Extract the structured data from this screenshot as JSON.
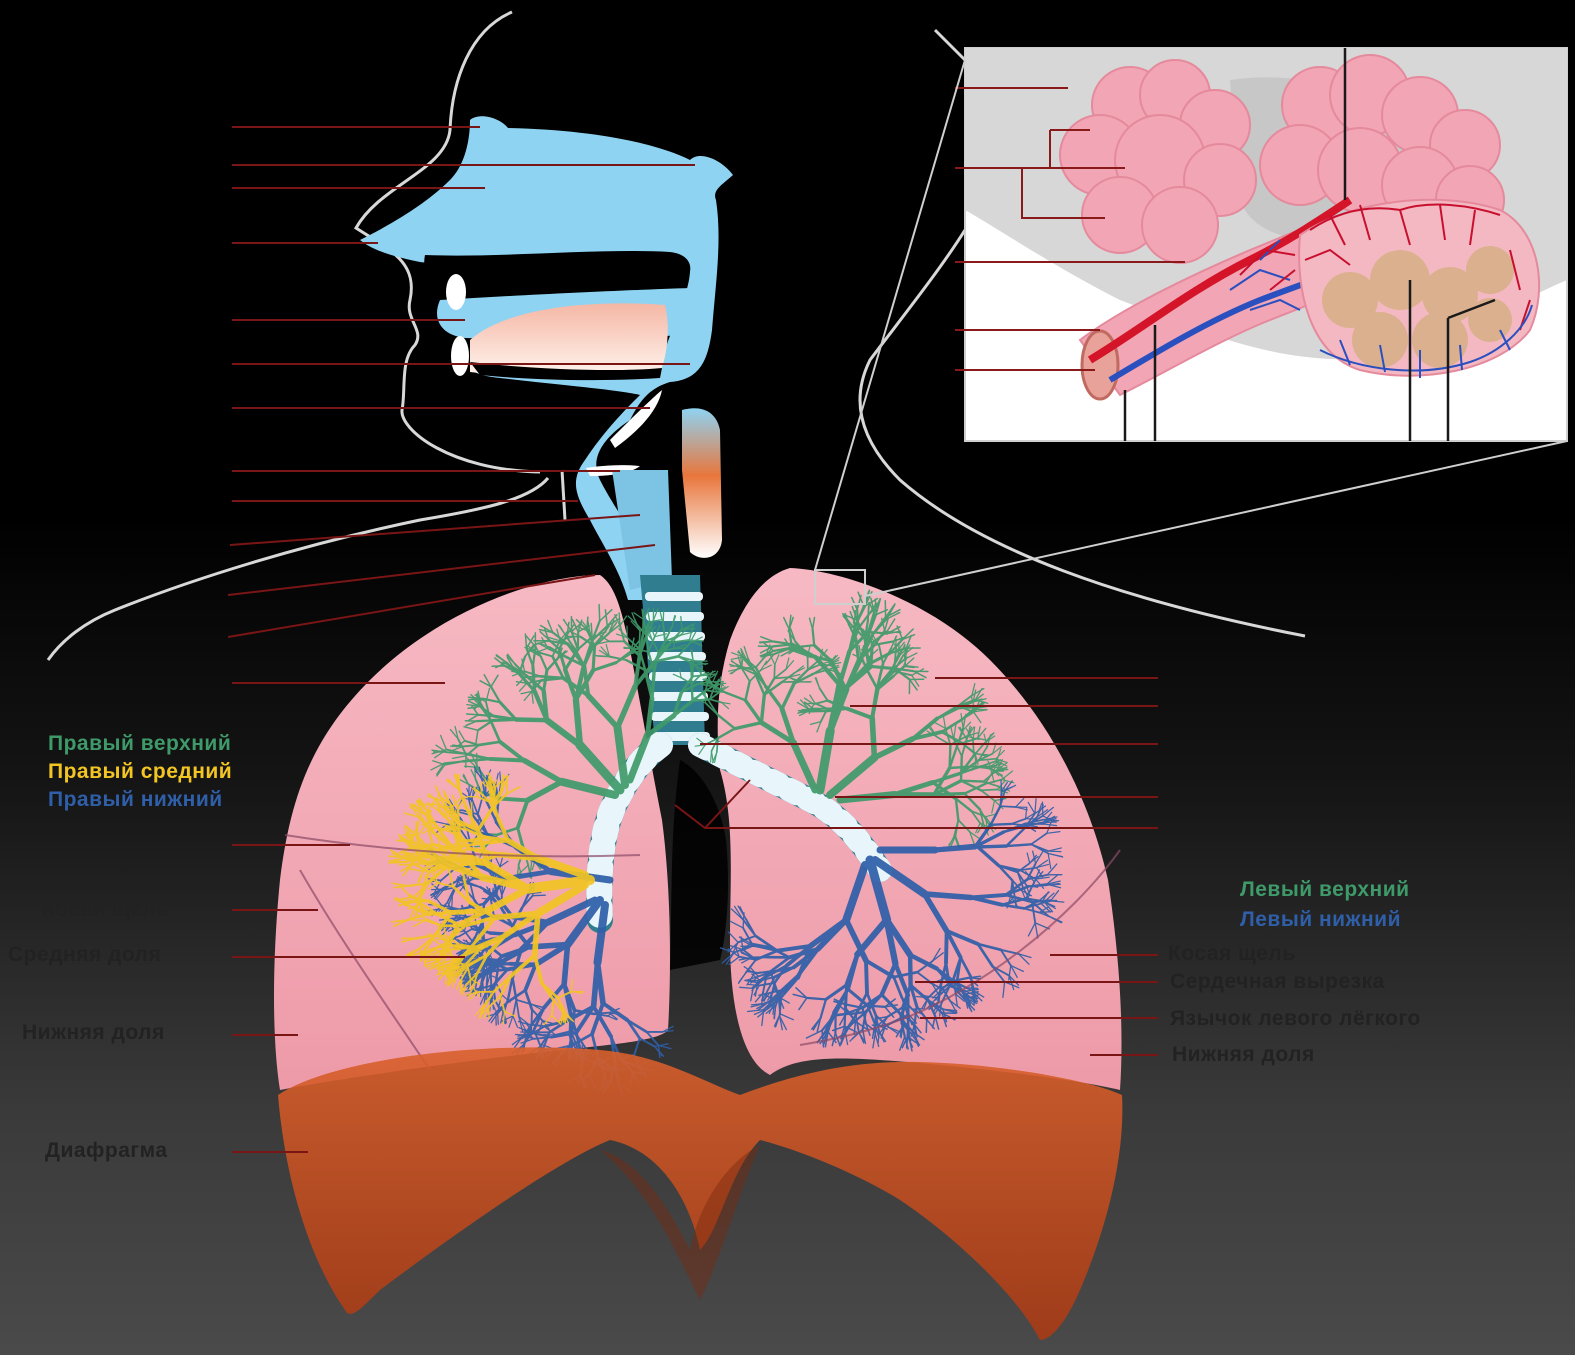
{
  "colors": {
    "background_top": "#000000",
    "background_bottom": "#4a4a4a",
    "airway": "#8fd3f2",
    "lung": "#f2a7b3",
    "right_upper_lobe": "#3f9a6a",
    "right_middle_lobe": "#f3c523",
    "right_lower_lobe": "#2e5fa8",
    "left_upper_lobe": "#3f9a6a",
    "left_lower_lobe": "#2e5fa8",
    "diaphragm": "#c4471c",
    "leader_line": "#7a1515",
    "label_text_dark": "#1e1e1e"
  },
  "lobe_legend_right": {
    "upper": "Правый верхний",
    "middle": "Правый средний",
    "lower": "Правый нижний"
  },
  "lobe_legend_left": {
    "upper": "Левый верхний",
    "lower": "Левый нижний"
  },
  "labels_right_lung": {
    "fissure": "Косая щель",
    "middle_lobe": "Средняя доля",
    "lower_lobe": "Нижняя доля",
    "diaphragm": "Диафрагма"
  },
  "labels_left_lung": {
    "oblique_fissure": "Косая щель",
    "cardiac_notch": "Сердечная вырезка",
    "lingula": "Язычок левого лёгкого",
    "lower_lobe": "Нижняя доля"
  }
}
